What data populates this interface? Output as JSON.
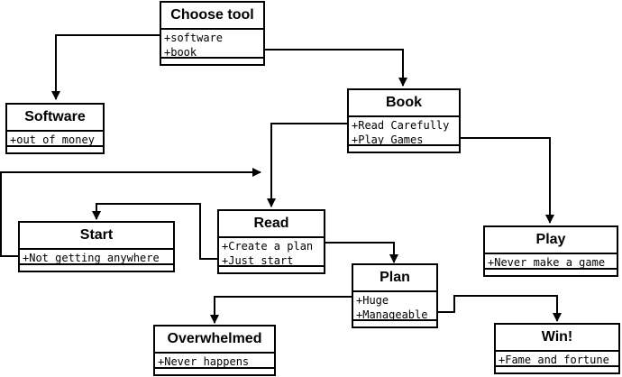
{
  "nodes": {
    "choose_tool": {
      "title": "Choose tool",
      "attrs": [
        "+software",
        "+book"
      ]
    },
    "software": {
      "title": "Software",
      "attrs": [
        "+out of money"
      ]
    },
    "book": {
      "title": "Book",
      "attrs": [
        "+Read Carefully",
        "+Play Games"
      ]
    },
    "start": {
      "title": "Start",
      "attrs": [
        "+Not getting anywhere"
      ]
    },
    "read": {
      "title": "Read",
      "attrs": [
        "+Create a plan",
        "+Just start"
      ]
    },
    "play": {
      "title": "Play",
      "attrs": [
        "+Never make a game"
      ]
    },
    "plan": {
      "title": "Plan",
      "attrs": [
        "+Huge",
        "+Manageable"
      ]
    },
    "overwhelmed": {
      "title": "Overwhelmed",
      "attrs": [
        "+Never happens"
      ]
    },
    "win": {
      "title": "Win!",
      "attrs": [
        "+Fame and fortune"
      ]
    }
  },
  "edges": [
    {
      "from": "choose_tool.+software",
      "to": "software"
    },
    {
      "from": "choose_tool.+book",
      "to": "book"
    },
    {
      "from": "book.+Read Carefully",
      "to": "read"
    },
    {
      "from": "book.+Play Games",
      "to": "play"
    },
    {
      "from": "start.+Not getting anywhere",
      "to": "read"
    },
    {
      "from": "read.+Create a plan",
      "to": "plan"
    },
    {
      "from": "read.+Just start",
      "to": "start"
    },
    {
      "from": "plan.+Huge",
      "to": "overwhelmed"
    },
    {
      "from": "plan.+Manageable",
      "to": "win"
    }
  ],
  "colors": {
    "stroke": "#000000",
    "fill": "#ffffff"
  }
}
